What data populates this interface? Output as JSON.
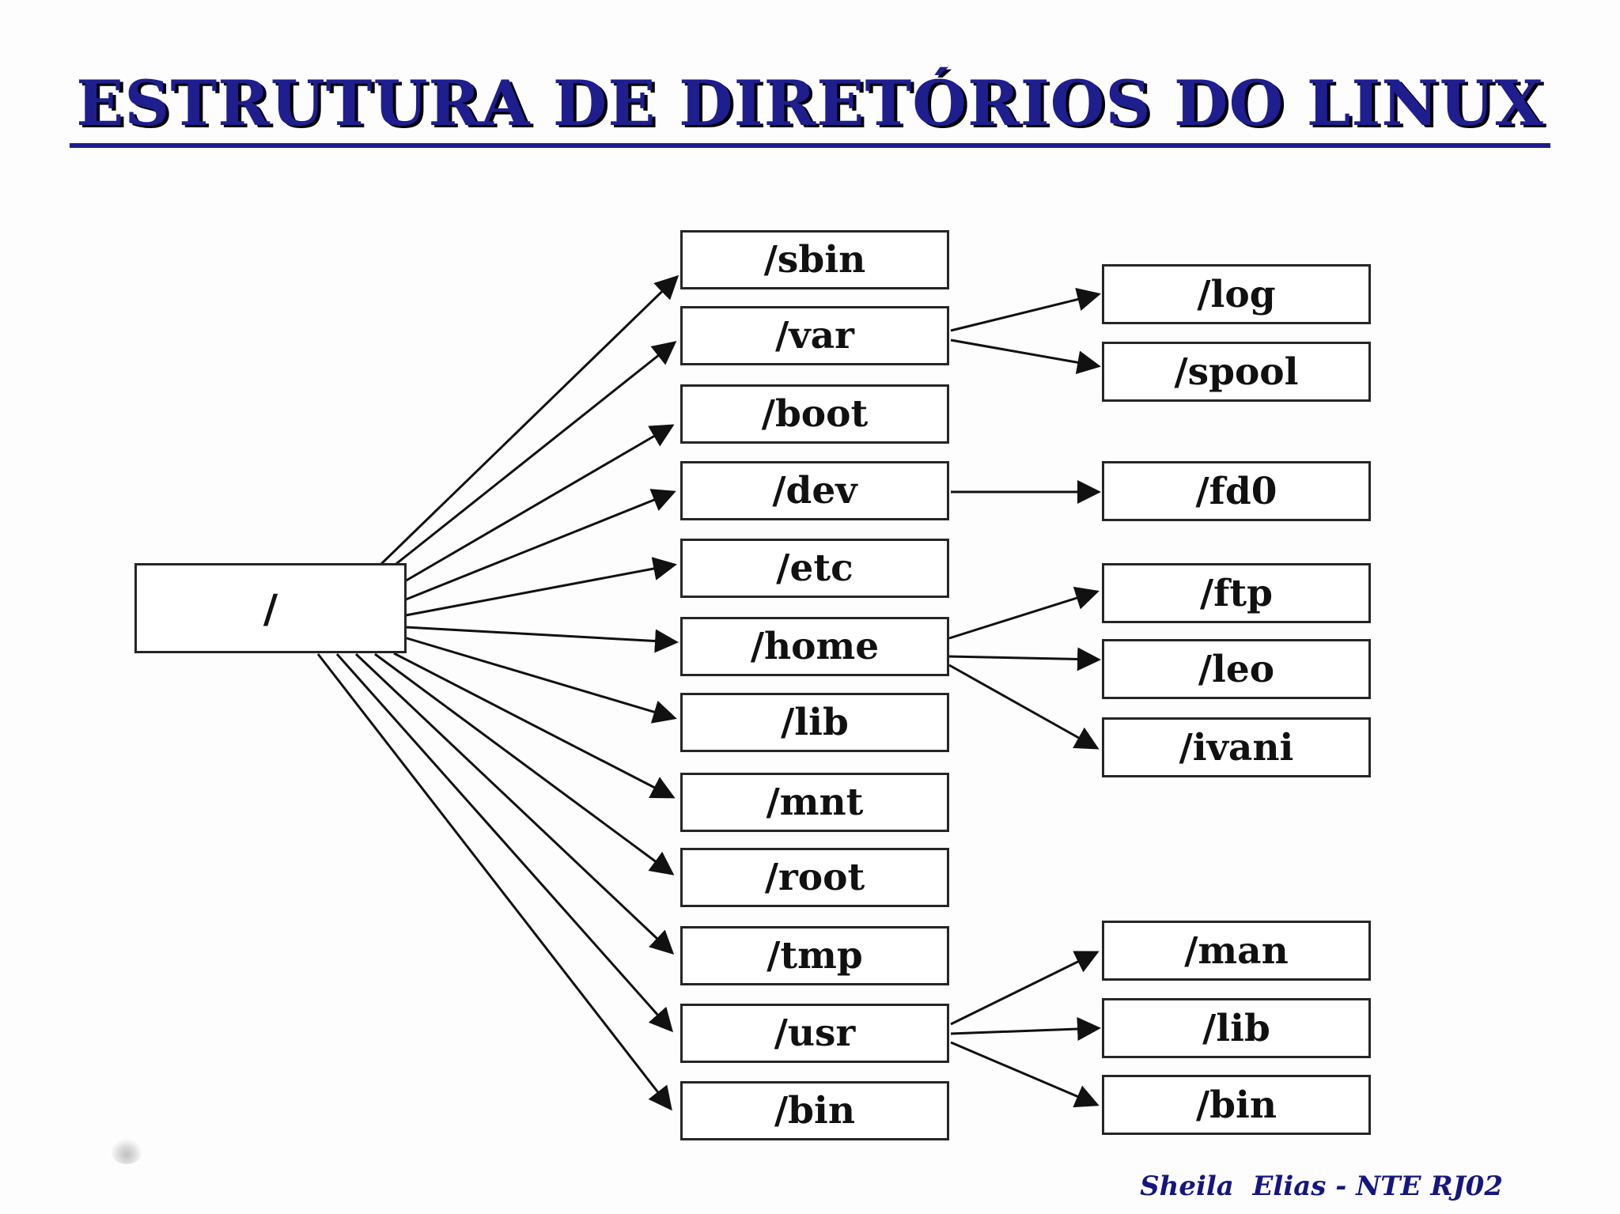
{
  "title": "ESTRUTURA DE DIRETÓRIOS DO LINUX",
  "root": {
    "label": "/"
  },
  "directories": [
    {
      "label": "/sbin"
    },
    {
      "label": "/var"
    },
    {
      "label": "/boot"
    },
    {
      "label": "/dev"
    },
    {
      "label": "/etc"
    },
    {
      "label": "/home"
    },
    {
      "label": "/lib"
    },
    {
      "label": "/mnt"
    },
    {
      "label": "/root"
    },
    {
      "label": "/tmp"
    },
    {
      "label": "/usr"
    },
    {
      "label": "/bin"
    }
  ],
  "subdirectories": [
    {
      "parent": "/var",
      "label": "/log"
    },
    {
      "parent": "/var",
      "label": "/spool"
    },
    {
      "parent": "/dev",
      "label": "/fd0"
    },
    {
      "parent": "/home",
      "label": "/ftp"
    },
    {
      "parent": "/home",
      "label": "/leo"
    },
    {
      "parent": "/home",
      "label": "/ivani"
    },
    {
      "parent": "/usr",
      "label": "/man"
    },
    {
      "parent": "/usr",
      "label": "/lib"
    },
    {
      "parent": "/usr",
      "label": "/bin"
    }
  ],
  "credit": "Sheila  Elias - NTE RJ02",
  "colors": {
    "title_text": "#1e1e8f",
    "title_shadow": "#000000",
    "box_border": "#262626",
    "box_fill": "#ffffff",
    "arrow": "#111111",
    "credit_text": "#16167f",
    "background": "#fdfdfd"
  }
}
